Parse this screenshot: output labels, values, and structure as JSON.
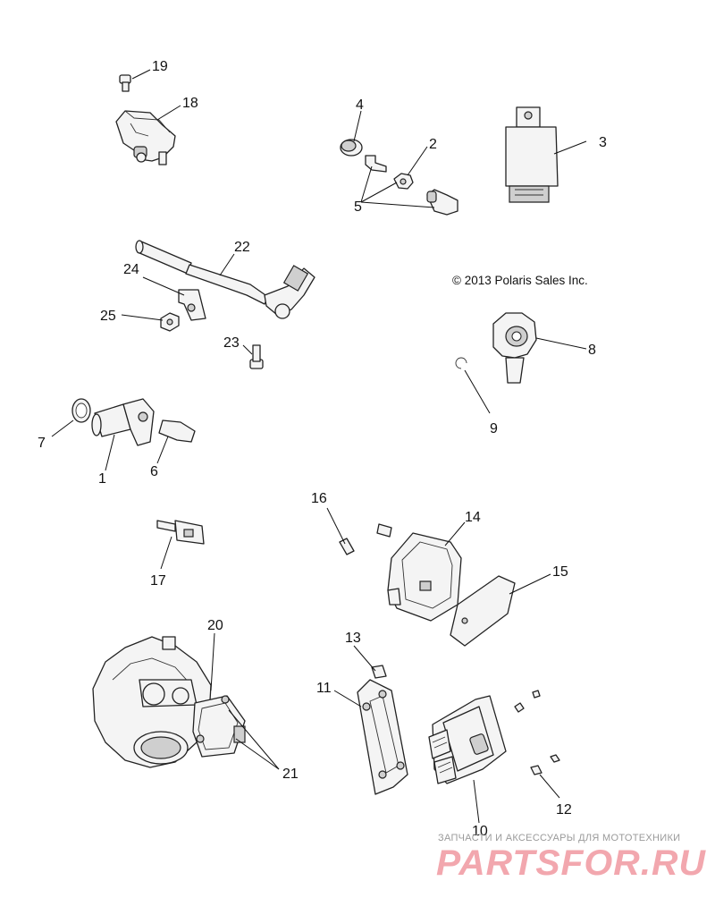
{
  "copyright": "© 2013 Polaris Sales Inc.",
  "callouts": {
    "c1": "1",
    "c2": "2",
    "c3": "3",
    "c4": "4",
    "c5": "5",
    "c6": "6",
    "c7": "7",
    "c8": "8",
    "c9": "9",
    "c10": "10",
    "c11": "11",
    "c12": "12",
    "c13": "13",
    "c14": "14",
    "c15": "15",
    "c16": "16",
    "c17": "17",
    "c18": "18",
    "c19": "19",
    "c20": "20",
    "c21": "21",
    "c22": "22",
    "c23": "23",
    "c24": "24",
    "c25": "25"
  },
  "watermark": {
    "tagline": "ЗАПЧАСТИ И АКСЕССУАРЫ ДЛЯ МОТОТЕХНИКИ",
    "brand": "PARTSFOR.RU"
  }
}
